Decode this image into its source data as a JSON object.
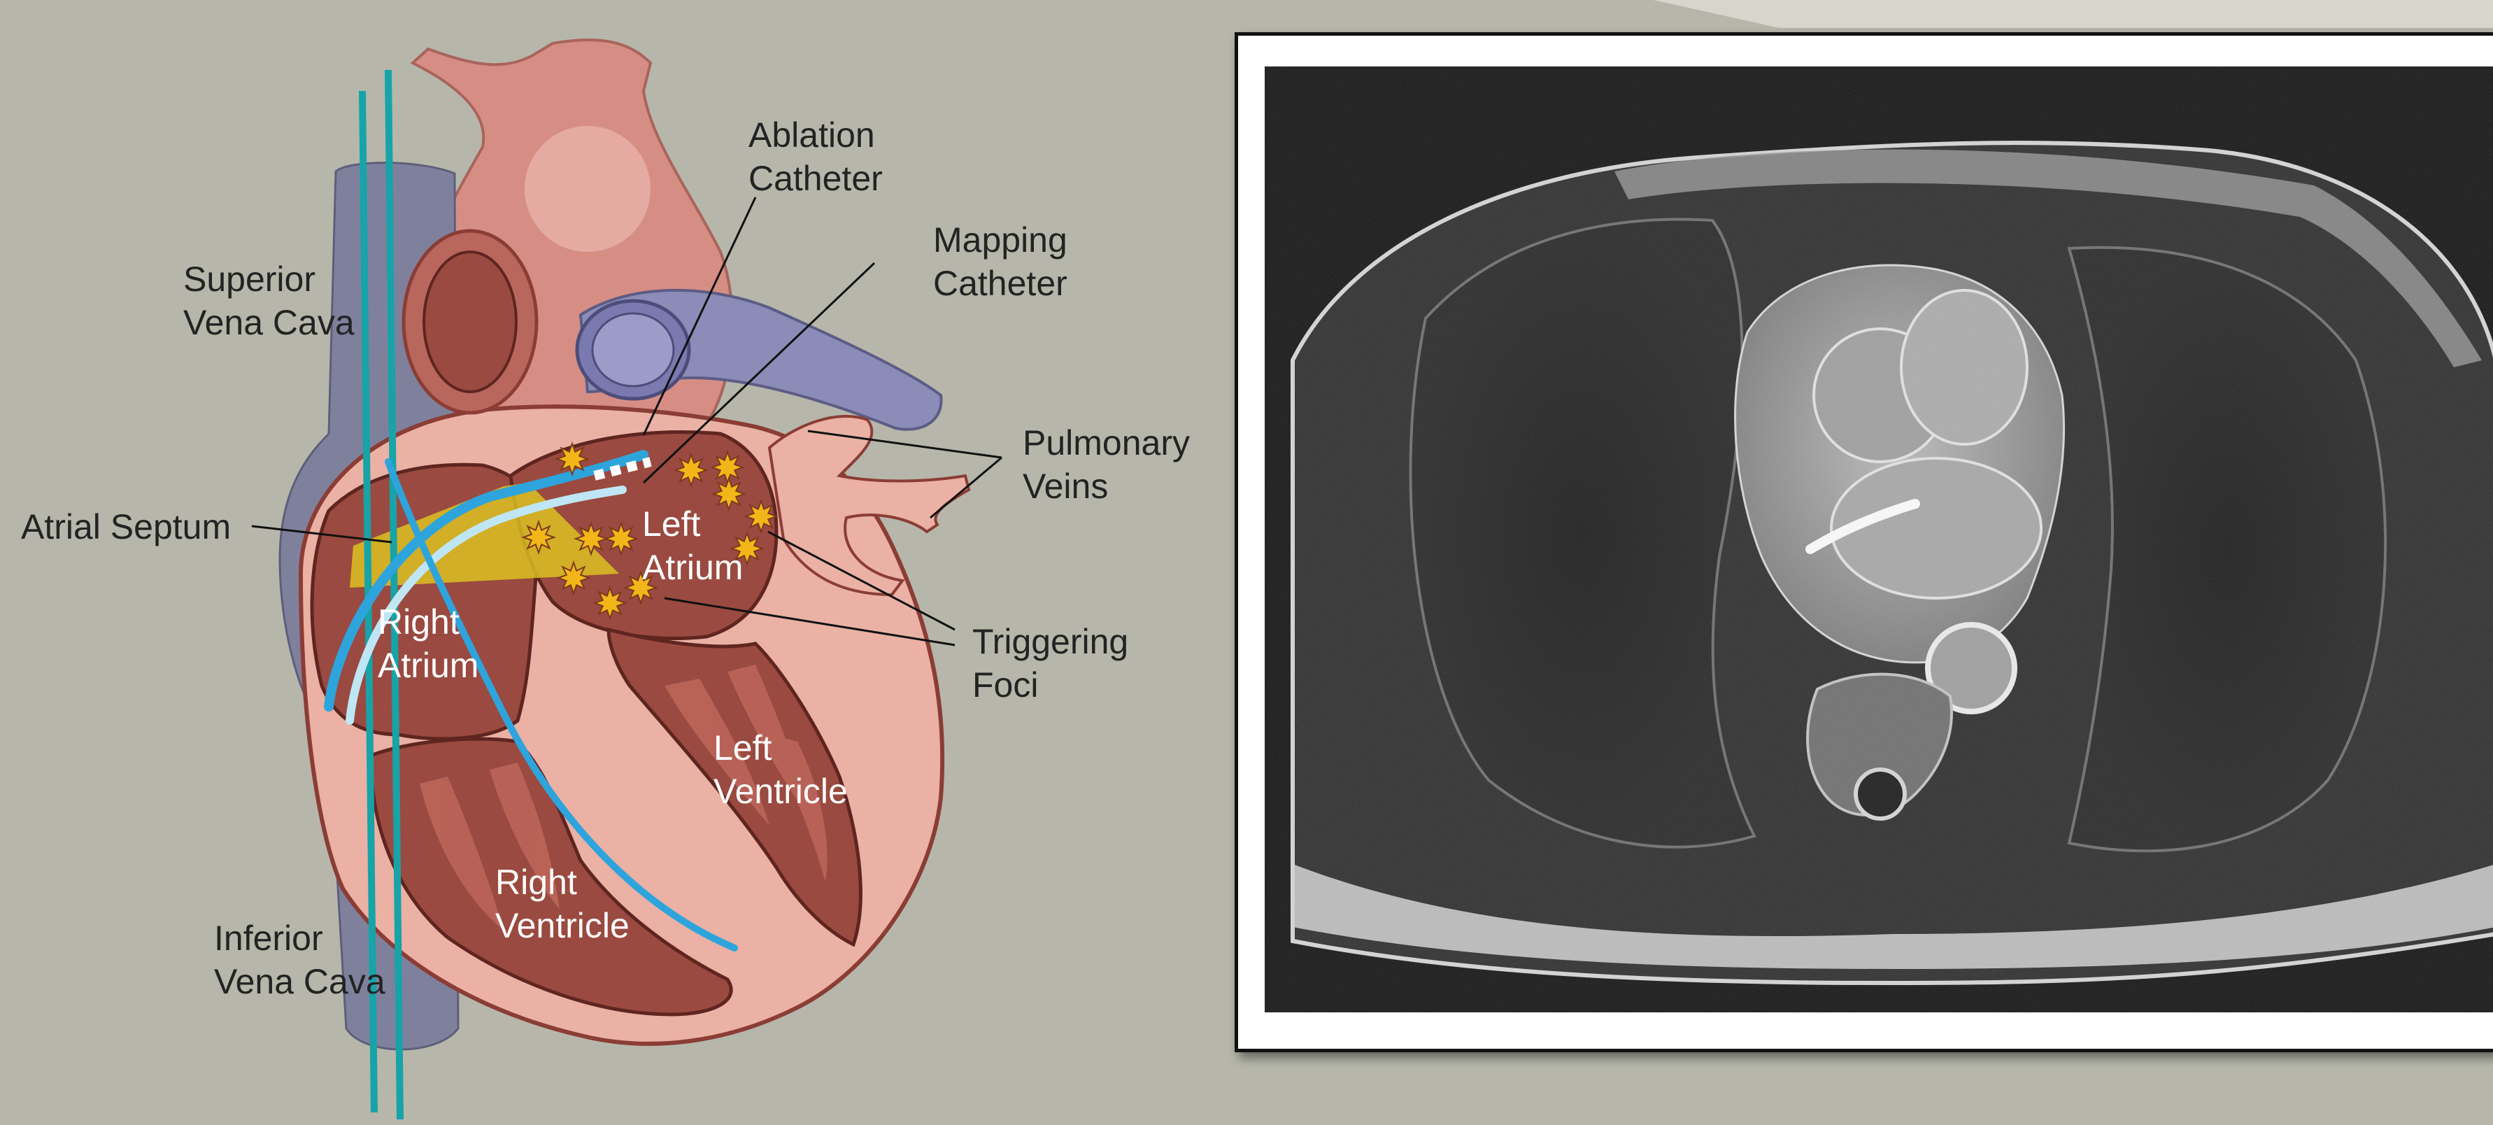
{
  "labels": {
    "ablation_catheter": [
      "Ablation",
      "Catheter"
    ],
    "mapping_catheter": [
      "Mapping",
      "Catheter"
    ],
    "superior_vena_cava": [
      "Superior",
      "Vena Cava"
    ],
    "pulmonary_veins": [
      "Pulmonary",
      "Veins"
    ],
    "atrial_septum": [
      "Atrial Septum"
    ],
    "left_atrium": [
      "Left",
      "Atrium"
    ],
    "right_atrium": [
      "Right",
      "Atrium"
    ],
    "triggering_foci": [
      "Triggering",
      "Foci"
    ],
    "left_ventricle": [
      "Left",
      "Ventricle"
    ],
    "right_ventricle": [
      "Right",
      "Ventricle"
    ],
    "inferior_vena_cava": [
      "Inferior",
      "Vena Cava"
    ]
  },
  "colors": {
    "background": "#b6b7aa",
    "heart_wall": "#eab1a4",
    "chamber": "#9a4a40",
    "vena_cava": "#7f819c",
    "pulmonary_artery": "#8c8cb8",
    "catheter_blue": "#2ea4dc",
    "catheter_teal": "#17a3a7",
    "septum_highlight": "#e4d21d",
    "foci": "#f2b619"
  },
  "icons": {
    "foci_marker": "starburst-icon"
  }
}
